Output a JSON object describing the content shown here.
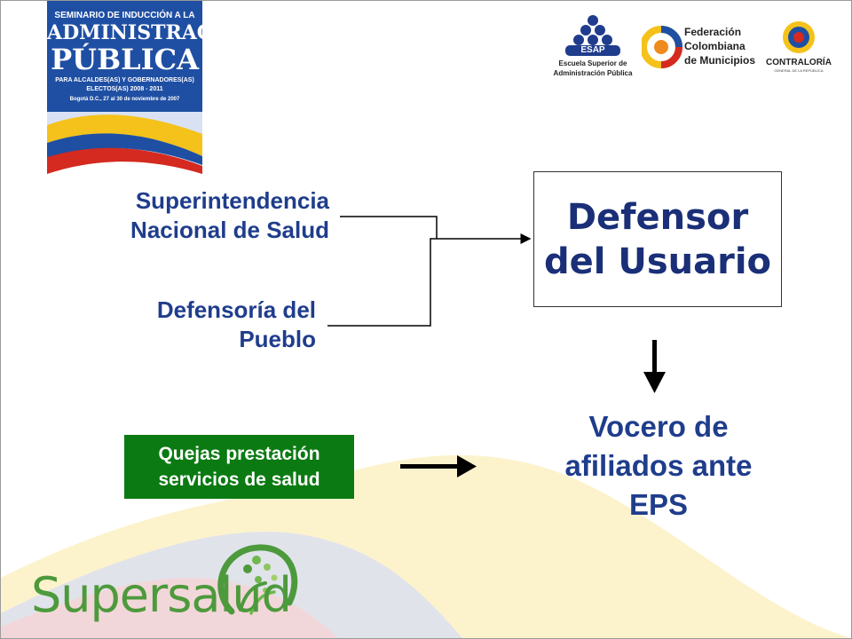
{
  "banner": {
    "line1": "SEMINARIO DE INDUCCIÓN A LA",
    "line2": "ADMINISTRACIÓN",
    "line3": "PÚBLICA",
    "line4": "PARA ALCALDES(AS) Y GOBERNADORES(AS)",
    "line5": "ELECTOS(AS) 2008 - 2011",
    "line6": "Bogotá D.C., 27 al 30 de noviembre de 2007"
  },
  "logos": {
    "esap_acronym": "ESAP",
    "esap_name1": "Escuela Superior de",
    "esap_name2": "Administración Pública",
    "fcm_line1": "Federación",
    "fcm_line2": "Colombiana",
    "fcm_line3": "de Municipios",
    "contraloria_name": "CONTRALORÍA",
    "contraloria_sub": "GENERAL DE LA REPÚBLICA",
    "supersalud": "Supersalud"
  },
  "diagram": {
    "source1_line1": "Superintendencia",
    "source1_line2": "Nacional de Salud",
    "source2_line1": "Defensoría del",
    "source2_line2": "Pueblo",
    "target_line1": "Defensor",
    "target_line2": "del Usuario",
    "result_line1": "Vocero de",
    "result_line2": "afiliados ante",
    "result_line3": "EPS",
    "input_line1": "Quejas prestación",
    "input_line2": "servicios de salud"
  },
  "colors": {
    "title_blue": "#1f3d8c",
    "box_green": "#0b7a12",
    "supersalud_green": "#4d9a3c",
    "banner_blue": "#1f4fa3"
  }
}
